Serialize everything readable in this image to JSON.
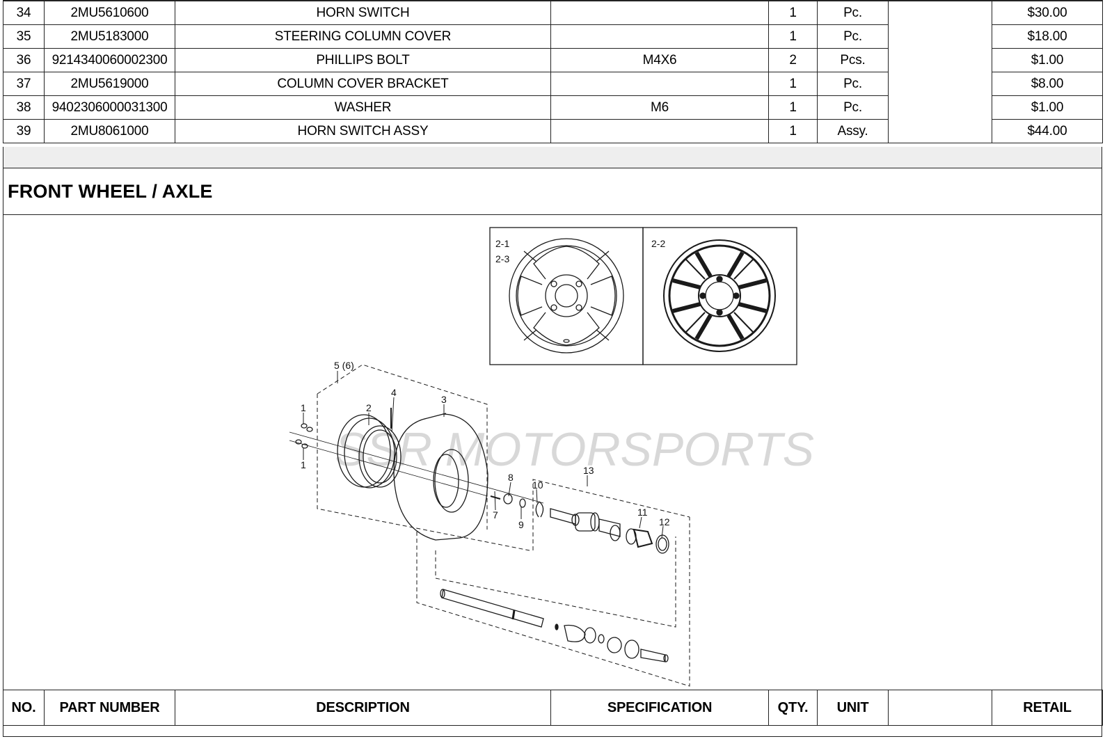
{
  "parts_rows": [
    {
      "no": "34",
      "part_number": "2MU5610600",
      "description": "HORN SWITCH",
      "specification": "",
      "qty": "1",
      "unit": "Pc.",
      "retail": "$30.00"
    },
    {
      "no": "35",
      "part_number": "2MU5183000",
      "description": "STEERING COLUMN COVER",
      "specification": "",
      "qty": "1",
      "unit": "Pc.",
      "retail": "$18.00"
    },
    {
      "no": "36",
      "part_number": "9214340060002300",
      "description": "PHILLIPS BOLT",
      "specification": "M4X6",
      "qty": "2",
      "unit": "Pcs.",
      "retail": "$1.00"
    },
    {
      "no": "37",
      "part_number": "2MU5619000",
      "description": "COLUMN COVER BRACKET",
      "specification": "",
      "qty": "1",
      "unit": "Pc.",
      "retail": "$8.00"
    },
    {
      "no": "38",
      "part_number": "9402306000031300",
      "description": "WASHER",
      "specification": "M6",
      "qty": "1",
      "unit": "Pc.",
      "retail": "$1.00"
    },
    {
      "no": "39",
      "part_number": "2MU8061000",
      "description": "HORN SWITCH ASSY",
      "specification": "",
      "qty": "1",
      "unit": "Assy.",
      "retail": "$44.00"
    }
  ],
  "section": {
    "title": "FRONT WHEEL / AXLE"
  },
  "diagram": {
    "watermark": "SSR MOTORSPORTS",
    "rim_labels": {
      "left_top": "2-1",
      "left_bottom": "2-3",
      "right": "2-2"
    },
    "callouts": {
      "c1a": "1",
      "c1b": "1",
      "c2": "2",
      "c3": "3",
      "c4": "4",
      "c56": "5 (6)",
      "c7": "7",
      "c8": "8",
      "c9": "9",
      "c10": "10",
      "c11": "11",
      "c12": "12",
      "c13": "13"
    }
  },
  "table_header": {
    "no": "NO.",
    "part_number": "PART NUMBER",
    "description": "DESCRIPTION",
    "specification": "SPECIFICATION",
    "qty": "QTY.",
    "unit": "UNIT",
    "blank": "",
    "retail": "RETAIL"
  }
}
